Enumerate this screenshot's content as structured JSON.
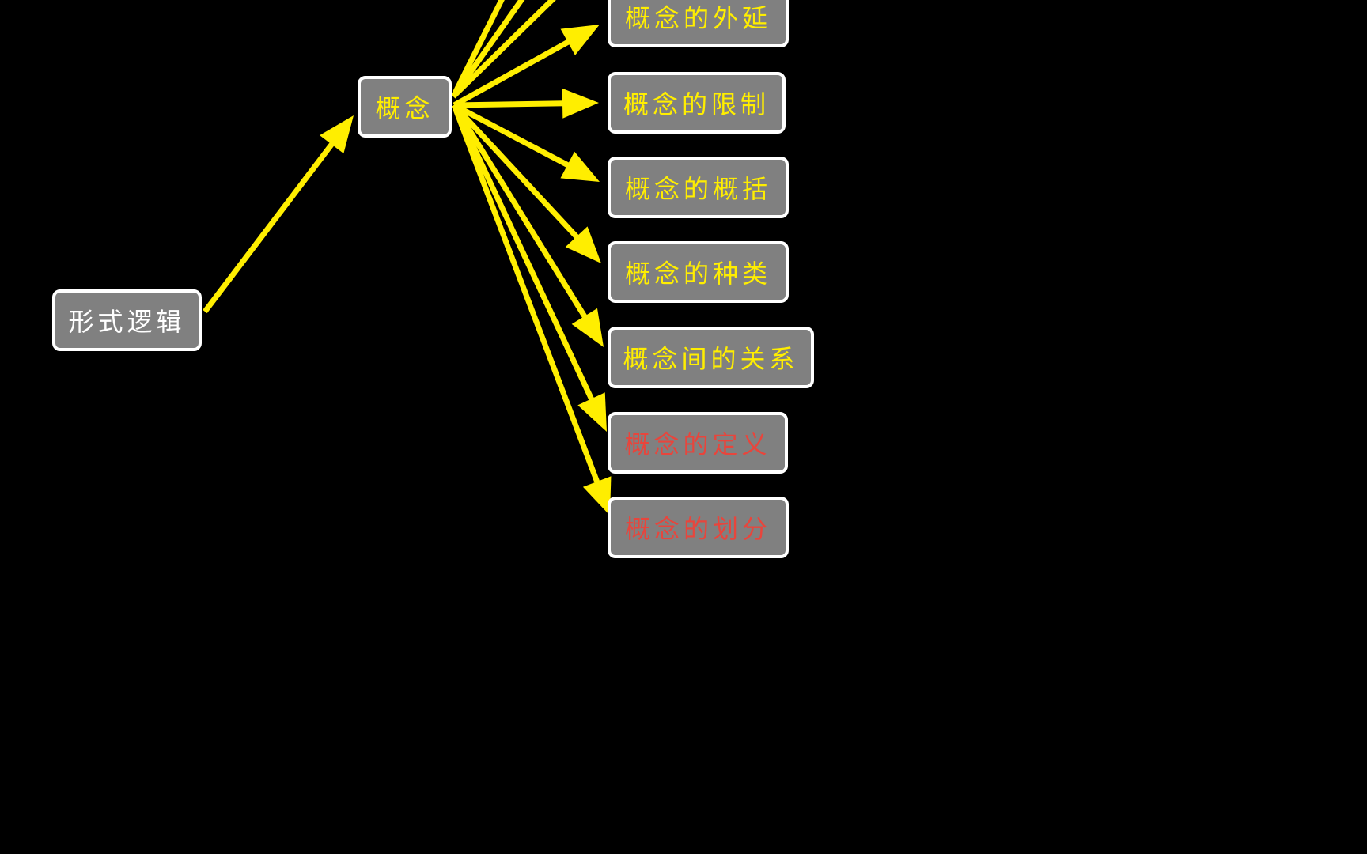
{
  "colors": {
    "background": "#000000",
    "node_fill": "#808080",
    "node_border": "#ffffff",
    "arrow": "#ffee00",
    "text_white": "#ffffff",
    "text_yellow": "#ffee00",
    "text_red": "#e8453c"
  },
  "nodes": {
    "root": "形式逻辑",
    "concept": "概念",
    "extension": "概念的外延",
    "limitation": "概念的限制",
    "generalization": "概念的概括",
    "kinds": "概念的种类",
    "relations": "概念间的关系",
    "definition": "概念的定义",
    "division": "概念的划分"
  }
}
